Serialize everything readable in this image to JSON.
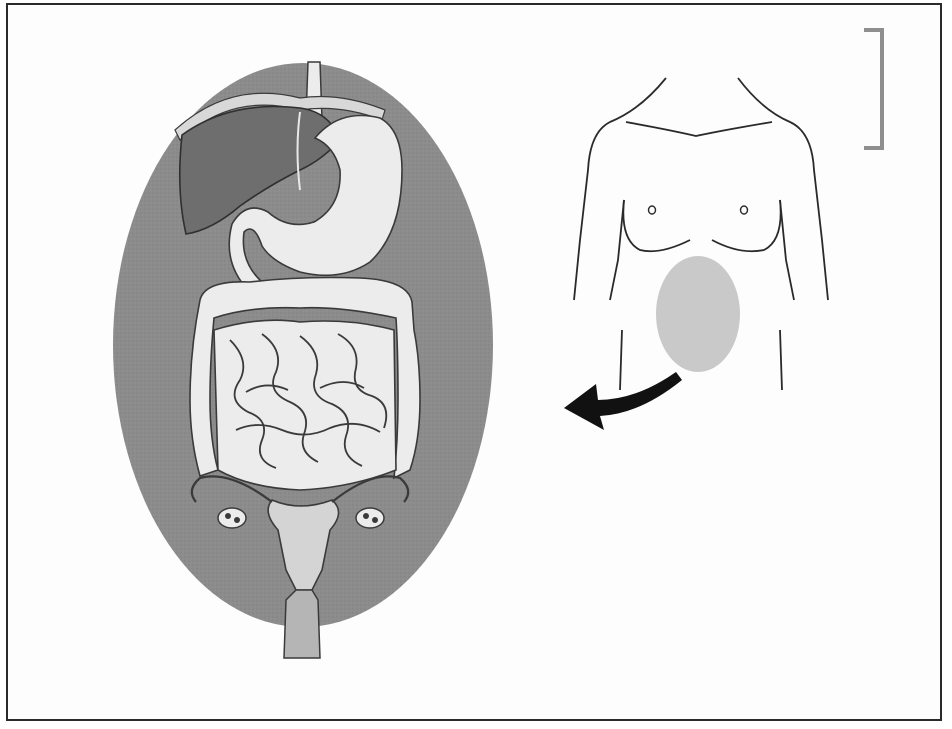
{
  "figure": {
    "description_free": true,
    "colors": {
      "frame_border": "#2a2a2a",
      "oval_background": "#8c8c8c",
      "organ_light": "#ececec",
      "organ_dark": "#6e6e6e",
      "organ_outline": "#3a3a3a",
      "highlight_region": "#c9c9c9",
      "arrow": "#111111",
      "bracket": "#8f8f8f"
    },
    "icons": [
      "anatomy-oval",
      "torso-outline",
      "curved-arrow-icon",
      "bracket-mark"
    ]
  }
}
